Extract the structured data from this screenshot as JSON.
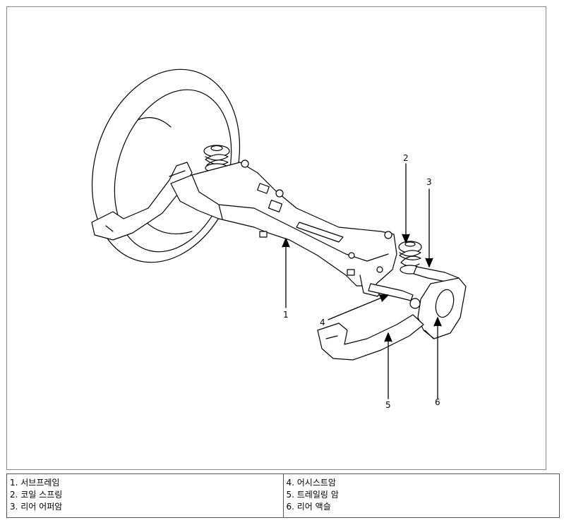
{
  "diagram": {
    "callouts": [
      "1",
      "2",
      "3",
      "4",
      "5",
      "6"
    ]
  },
  "legend": {
    "left": [
      "1. 서브프레임",
      "2. 코일 스프링",
      "3. 리어 어퍼암"
    ],
    "right": [
      "4. 어시스트암",
      "5. 트레일링 암",
      "6. 리어 액슬"
    ]
  }
}
